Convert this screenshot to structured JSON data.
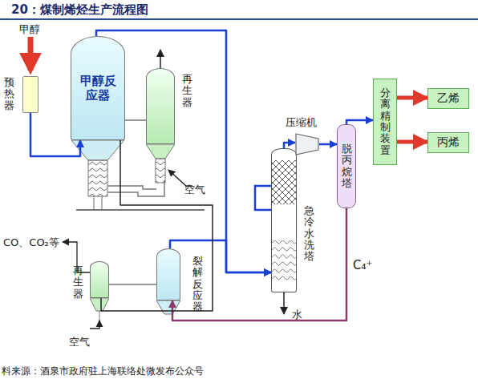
{
  "diagram": {
    "title": "20：煤制烯烃生产流程图",
    "caption": "料来源：酒泉市政府驻上海联络处微发布公众号",
    "nodes": [
      {
        "text": [
          "预热器"
        ]
      },
      {
        "text": [
          "甲醇反应器"
        ]
      },
      {
        "text": [
          "再生器"
        ]
      },
      {
        "text": [
          "急冷水洗塔"
        ]
      },
      {
        "text": [
          "压缩机"
        ]
      },
      {
        "text": [
          "脱丙烷塔"
        ]
      },
      {
        "text": [
          "分离精制装置"
        ]
      },
      {
        "text": [
          "乙烯"
        ]
      },
      {
        "text": [
          "丙烯"
        ]
      },
      {
        "text": [
          "裂解反应器"
        ]
      },
      {
        "text": [
          "再生器"
        ]
      }
    ],
    "edges": [
      {
        "from": 0,
        "to": 1,
        "arrow": "to"
      },
      {
        "from": 1,
        "to": 3,
        "arrow": "to"
      },
      {
        "from": 3,
        "to": 4,
        "arrow": "to"
      },
      {
        "from": 4,
        "to": 5,
        "arrow": "to"
      },
      {
        "from": 5,
        "to": 6,
        "arrow": "to"
      },
      {
        "from": 6,
        "to": 7,
        "arrow": "to"
      },
      {
        "from": 6,
        "to": 8,
        "arrow": "to"
      },
      {
        "from": 5,
        "to": 9,
        "label": "C₄⁺",
        "arrow": "to"
      },
      {
        "from": 9,
        "to": 10,
        "arrow": "none"
      },
      {
        "from": 1,
        "to": 2,
        "arrow": "none"
      },
      {
        "from": 9,
        "to": 3,
        "arrow": "to"
      },
      {
        "from": 1,
        "to": 10,
        "arrow": "none"
      }
    ],
    "labels": [
      "甲醇",
      "空气",
      "CO、CO₂等",
      "空气",
      "水"
    ]
  }
}
